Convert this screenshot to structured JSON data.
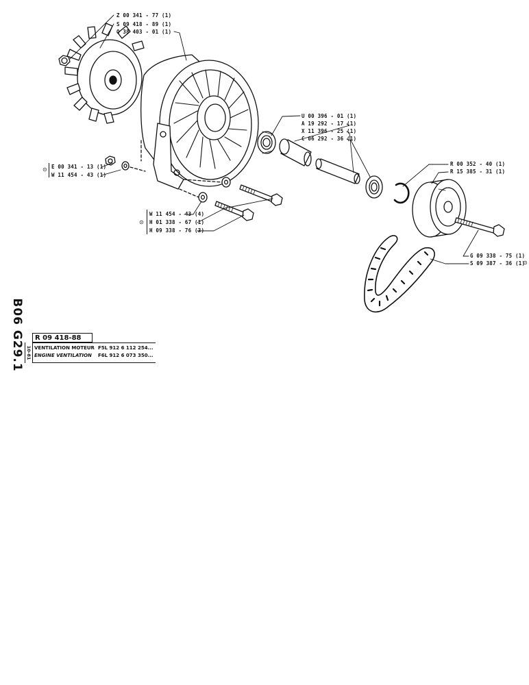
{
  "callouts": {
    "nut": "Z 00 341 - 77 (1)",
    "fan_wheel": "S 09 418 - 89 (1)",
    "fan_housing": "Q 38 403 - 01 (1)",
    "bearing_left": "U 00 396 - 01 (1)",
    "spacer_sleeve": "A 19 292 - 17 (1)",
    "shaft": "X 11 396 - 25 (1)",
    "bearing_right": "C 06 292 - 36 (1)",
    "circlip": "R 00 352 - 40 (1)",
    "pulley": "R 15 385 - 31 (1)",
    "pulley_bolt": "G 09 338 - 75 (1)",
    "v_belt": "S 09 387 - 36 (1)",
    "left_nut": "E 00 341 - 13 (1)",
    "left_washer": "W 11 454 - 43 (1)",
    "washer_set": "W 11 454 - 43 (4)",
    "bolt_short": "H 01 338 - 67 (1)",
    "bolt_long": "H 09 338 - 76 (3)"
  },
  "group_symbol": "⊙",
  "title_block": {
    "side_code": "B06 G29.1",
    "sheet_rev": "10-81",
    "ref_number": "R 09 418-88",
    "title_fr": "VENTILATION MOTEUR",
    "model_fr": "F5L 912  6 112 254...",
    "title_en": "ENGINE VENTILATION",
    "model_en": "F6L 912  6 073 350..."
  }
}
